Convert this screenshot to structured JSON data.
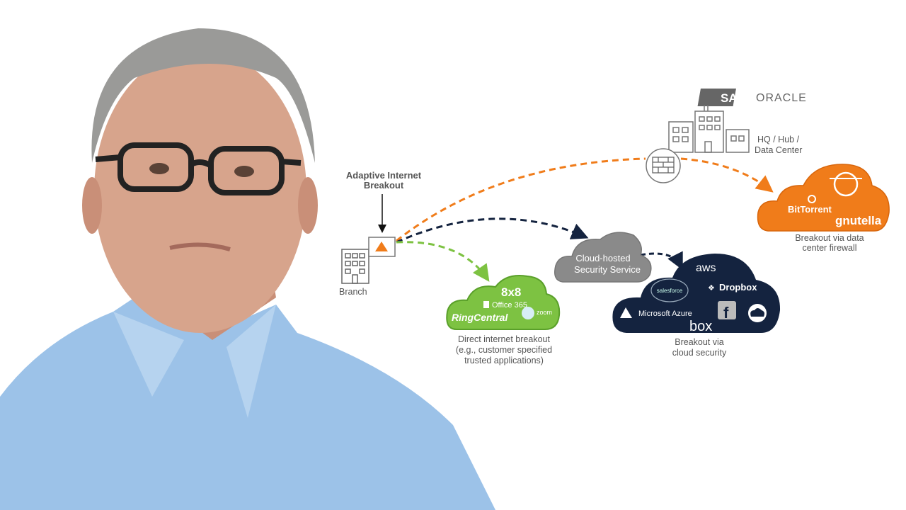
{
  "diagram": {
    "adaptive_label": [
      "Adaptive Internet",
      "Breakout"
    ],
    "branch_label": "Branch",
    "hq_label": [
      "HQ / Hub /",
      "Data Center"
    ],
    "hq_logos": {
      "sap": "SAP",
      "oracle": "ORACLE"
    },
    "green_cloud": {
      "apps": [
        "8x8",
        "Office 365",
        "RingCentral",
        "zoom"
      ],
      "caption": [
        "Direct internet breakout",
        "(e.g., customer specified",
        "trusted applications)"
      ]
    },
    "security_cloud": {
      "label": [
        "Cloud-hosted",
        "Security Service"
      ]
    },
    "navy_cloud": {
      "apps": [
        "aws",
        "salesforce",
        "Dropbox",
        "Microsoft Azure",
        "box",
        "f"
      ],
      "caption": [
        "Breakout via",
        "cloud security"
      ]
    },
    "orange_cloud": {
      "apps": [
        "BitTorrent",
        "gnutella"
      ],
      "caption": [
        "Breakout via data",
        "center firewall"
      ]
    },
    "colors": {
      "orange": "#f07c1a",
      "green": "#7dc242",
      "navy": "#14233f",
      "gray": "#8a8a8a"
    }
  }
}
